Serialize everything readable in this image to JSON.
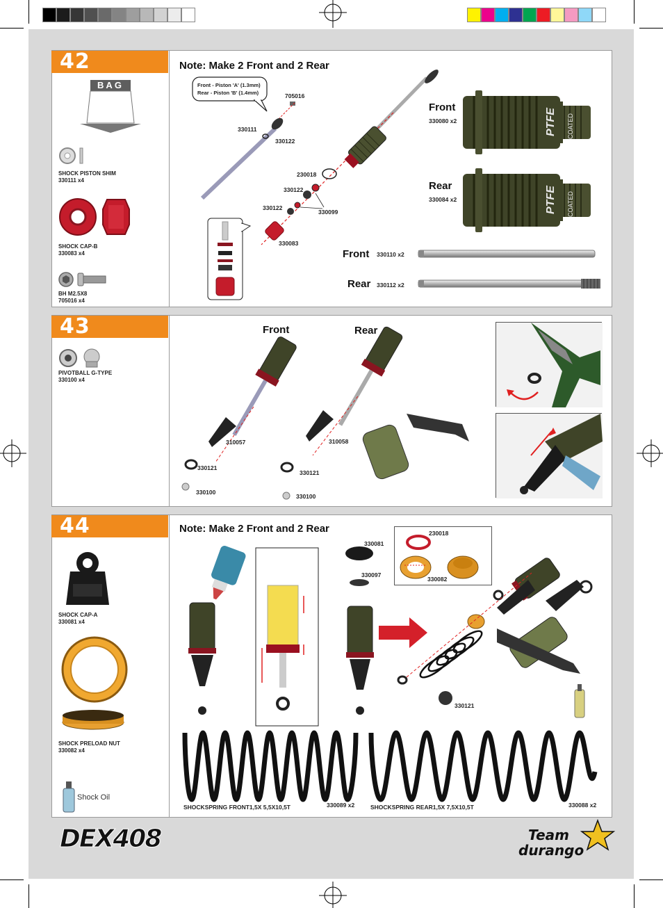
{
  "gray_swatches": [
    "#000000",
    "#1c1c1c",
    "#363636",
    "#505050",
    "#6a6a6a",
    "#848484",
    "#9e9e9e",
    "#b8b8b8",
    "#d2d2d2",
    "#ececec",
    "#ffffff"
  ],
  "color_swatches": [
    "#fff200",
    "#ec008c",
    "#00aeef",
    "#2e3192",
    "#00a651",
    "#ed1c24",
    "#fff799",
    "#f49ac1",
    "#8fd8f8",
    "#ffffff"
  ],
  "accent_color": "#f08a1c",
  "step42": {
    "number": "42",
    "bag_label": "BAG",
    "note": "Note: Make 2 Front and 2 Rear",
    "callout_line1": "Front - Piston 'A' (1.3mm)",
    "callout_line2": "Rear - Piston 'B' (1.4mm)",
    "parts": [
      {
        "name": "SHOCK PISTON SHIM",
        "code": "330111  x4"
      },
      {
        "name": "SHOCK CAP-B",
        "code": "330083  x4"
      },
      {
        "name": "BH M2.5X8",
        "code": "705016  x4"
      }
    ],
    "labels": {
      "p705016": "705016",
      "p330111": "330111",
      "p330122a": "330122",
      "p230018": "230018",
      "p330122b": "330122",
      "p330122c": "330122",
      "p330099": "330099",
      "p330083": "330083"
    },
    "front_label": "Front",
    "front_code": "330080  x2",
    "rear_label": "Rear",
    "rear_code": "330084  x2",
    "shaft_front_label": "Front",
    "shaft_front_code": "330110  x2",
    "shaft_rear_label": "Rear",
    "shaft_rear_code": "330112  x2",
    "coating_text": "PTFE",
    "coating_sub": "COATED"
  },
  "step43": {
    "number": "43",
    "parts": [
      {
        "name": "PIVOTBALL G-TYPE",
        "code": "330100  x4"
      }
    ],
    "front_label": "Front",
    "rear_label": "Rear",
    "labels": {
      "p310057": "310057",
      "p330121a": "330121",
      "p330100a": "330100",
      "p310058": "310058",
      "p330121b": "330121",
      "p330100b": "330100"
    }
  },
  "step44": {
    "number": "44",
    "note": "Note: Make 2 Front and 2 Rear",
    "parts": [
      {
        "name": "SHOCK CAP-A",
        "code": "330081 x4"
      },
      {
        "name": "SHOCK PRELOAD NUT",
        "code": "330082  x4"
      }
    ],
    "oil_label": "Shock Oil",
    "labels": {
      "p330081": "330081",
      "p330097": "330097",
      "p230018": "230018",
      "p330082": "330082",
      "p330121": "330121"
    },
    "spring_front": "SHOCKSPRING FRONT1,5X 5,5X10,5T",
    "spring_front_code": "330089  x2",
    "spring_rear": "SHOCKSPRING REAR1,5X 7,5X10,5T",
    "spring_rear_code": "330088  x2"
  },
  "footer": {
    "model_logo": "DEX408",
    "brand_logo_line1": "Team",
    "brand_logo_line2": "durango"
  }
}
